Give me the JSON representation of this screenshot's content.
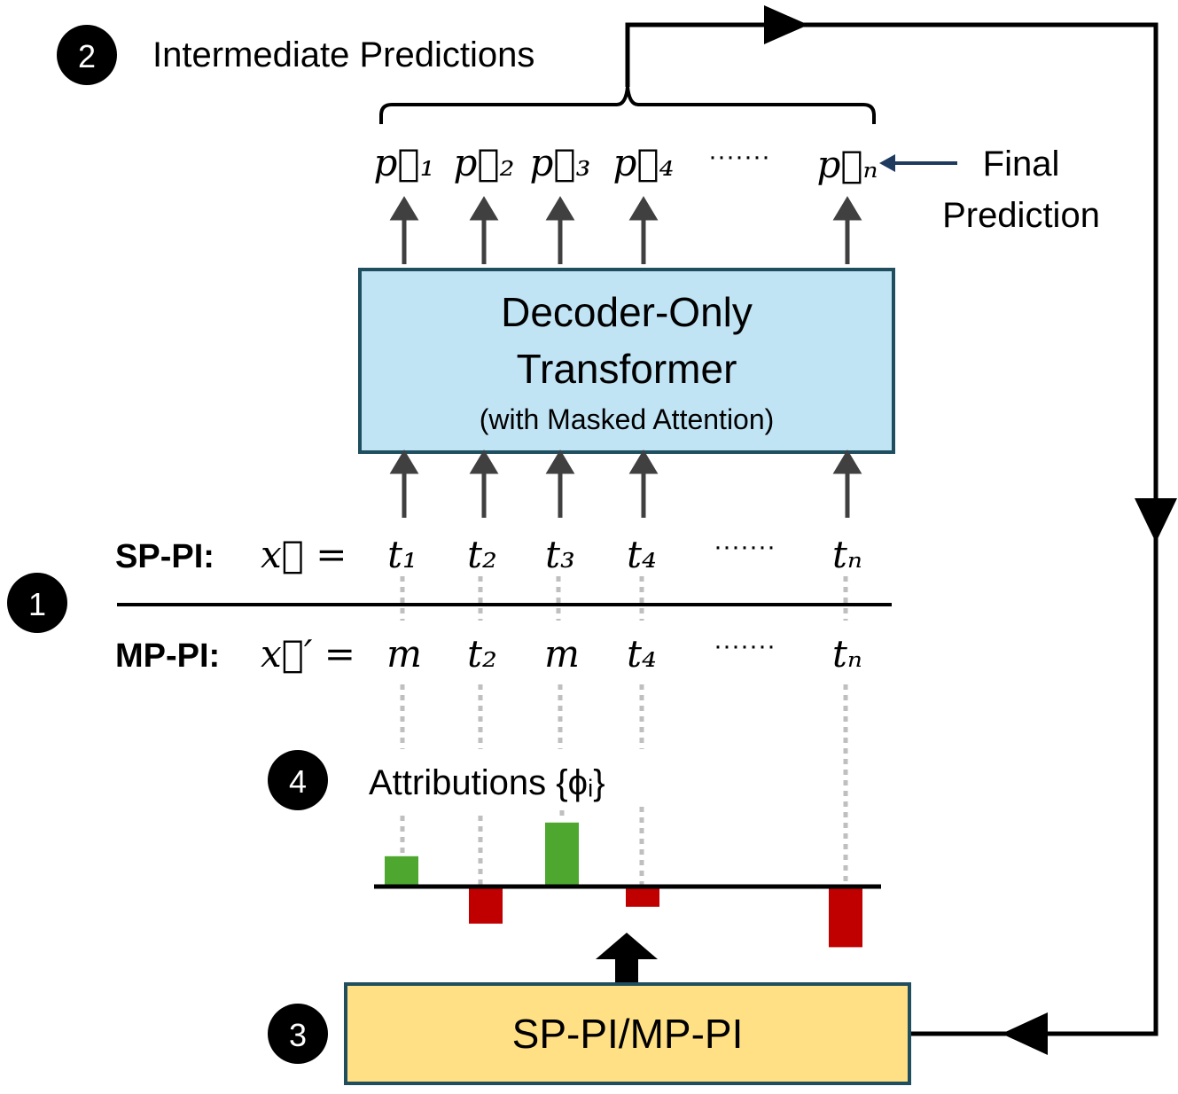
{
  "steps": {
    "step1": "1",
    "step2": "2",
    "step3": "3",
    "step4": "4"
  },
  "intermediate_label": "Intermediate Predictions",
  "final_label_line1": "Final",
  "final_label_line2": "Prediction",
  "predictions": [
    "p⃗₁",
    "p⃗₂",
    "p⃗₃",
    "p⃗₄",
    "p⃗ₙ"
  ],
  "prediction_dots": "·······",
  "transformer": {
    "line1": "Decoder-Only",
    "line2": "Transformer",
    "line3": "(with Masked Attention)"
  },
  "sp_pi": {
    "label": "SP-PI:",
    "lhs": "x⃗ =",
    "tokens": [
      "t₁",
      "t₂",
      "t₃",
      "t₄",
      "tₙ"
    ],
    "dots": "·······"
  },
  "mp_pi": {
    "label": "MP-PI:",
    "lhs": "x⃗′ =",
    "tokens": [
      "m",
      "t₂",
      "m",
      "t₄",
      "tₙ"
    ],
    "dots": "·······"
  },
  "attributions_label": "Attributions {ϕᵢ}",
  "attributions": [
    0.9,
    -1.1,
    1.9,
    -0.6,
    -1.8
  ],
  "colors": {
    "positive": "#4ea72e",
    "negative": "#c00000",
    "transformer_fill": "#c1e4f5",
    "transformer_stroke": "#1f4e5f",
    "box3_fill": "#ffe084",
    "box3_stroke": "#1f4e5f",
    "final_arrow": "#1f3a5f"
  },
  "bottom_box_label": "SP-PI/MP-PI"
}
